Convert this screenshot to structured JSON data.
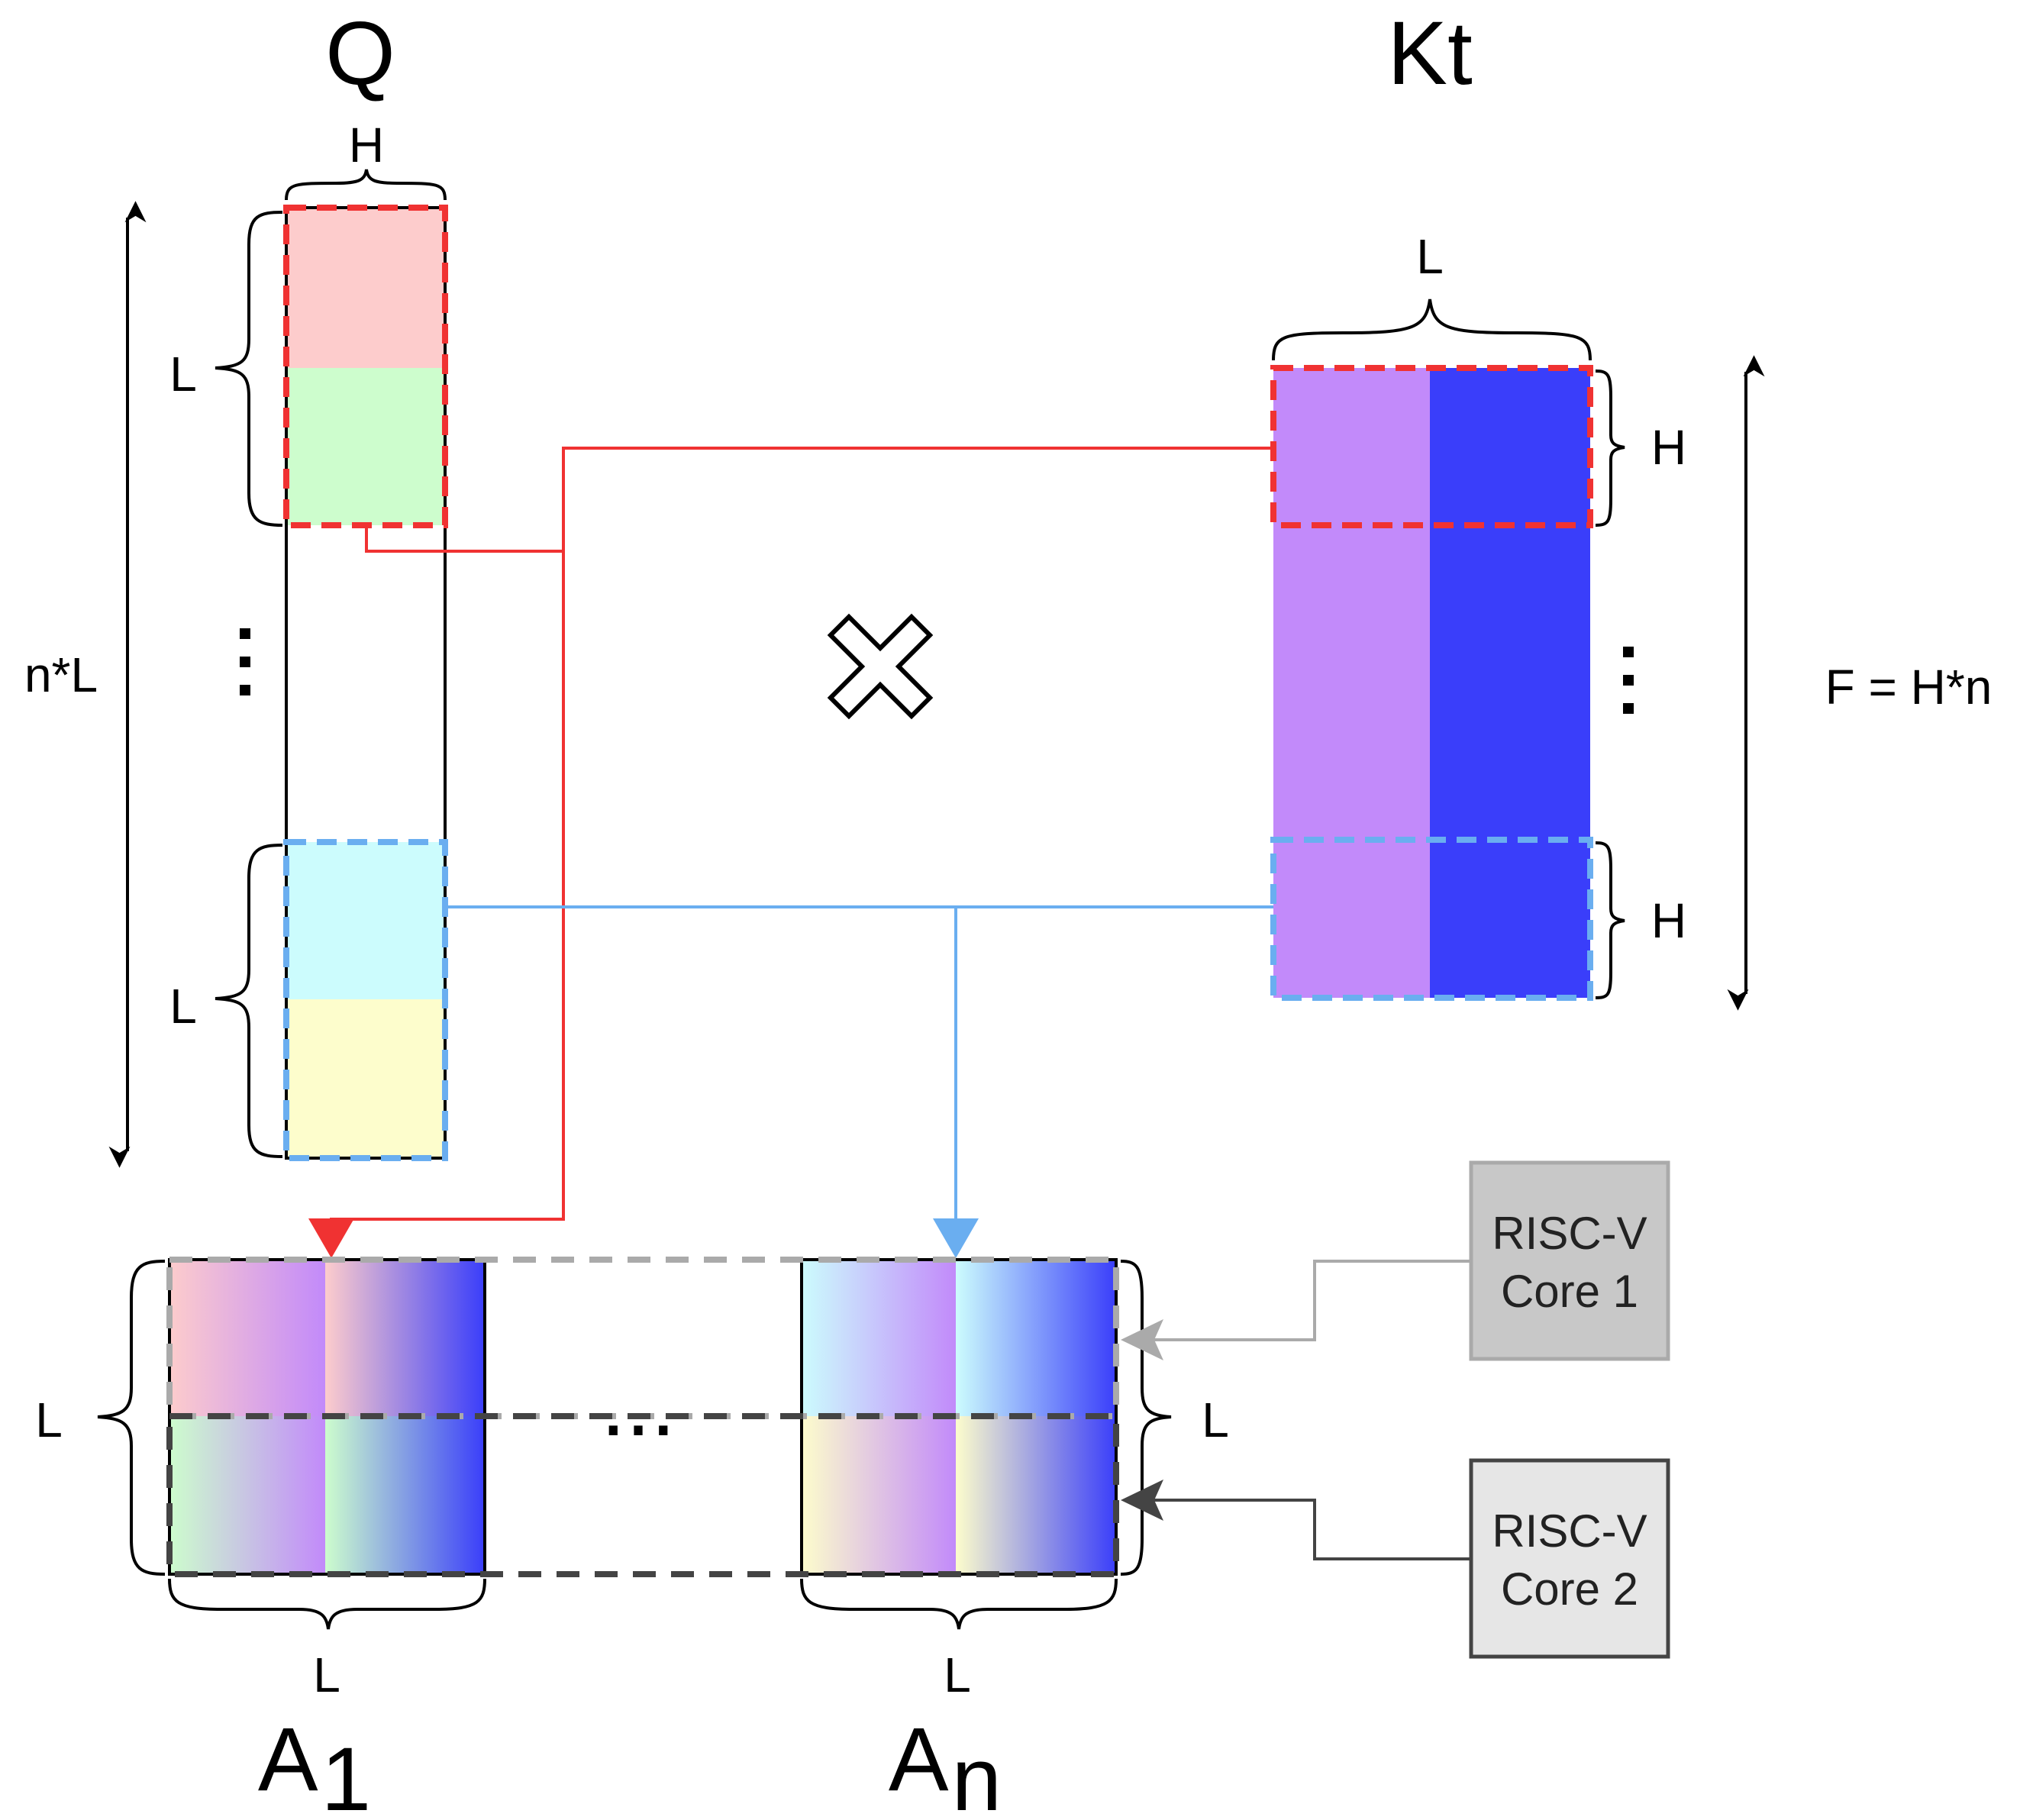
{
  "matrices": {
    "q": {
      "title": "Q",
      "width_label": "H",
      "block_label_top": "L",
      "block_label_bottom": "L",
      "span_label": "n*L",
      "ellipsis": "⋮"
    },
    "kt": {
      "title": "Kt",
      "width_label": "L",
      "block_label_top": "H",
      "block_label_bottom": "H",
      "span_label": "F = H*n",
      "ellipsis": "⋮"
    },
    "a1": {
      "title": "A",
      "subscript": "1",
      "width_label": "L",
      "height_label": "L"
    },
    "an": {
      "title": "A",
      "subscript": "n",
      "width_label": "L",
      "height_label": "L"
    },
    "between_outputs": "..."
  },
  "operator": {
    "icon": "multiply-icon"
  },
  "cores": [
    {
      "line1": "RISC-V",
      "line2": "Core 1",
      "fill": "#c8c8c8",
      "stroke": "#aaaaaa"
    },
    {
      "line1": "RISC-V",
      "line2": "Core 2",
      "fill": "#e6e6e6",
      "stroke": "#444444"
    }
  ],
  "colors": {
    "red_path": "#f03232",
    "blue_path": "#6aaef0",
    "q_block1_top": "#fdcccc",
    "q_block1_bottom": "#cdfdcd",
    "q_block2_top": "#ccfcfd",
    "q_block2_bottom": "#fdfdcc",
    "kt_left": "#c28afa",
    "kt_right": "#3a3efa"
  }
}
